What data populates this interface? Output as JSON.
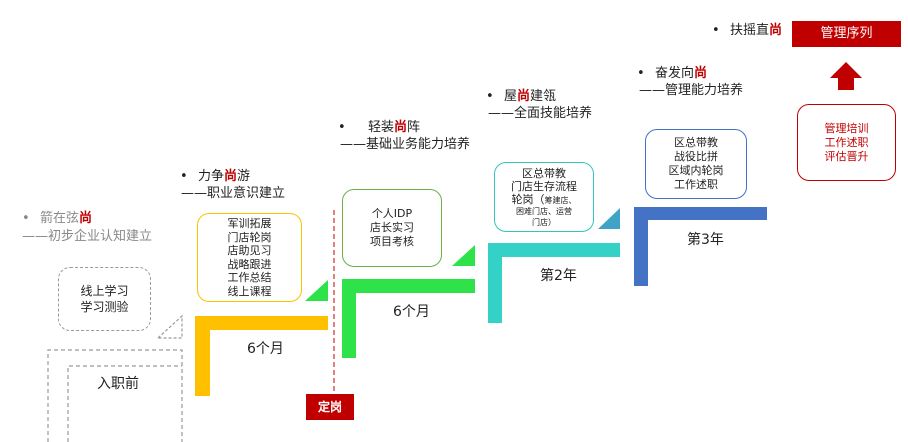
{
  "milestones": [
    {
      "bullet": "•",
      "prefix": "箭在弦",
      "highlight": "尚",
      "suffix": "",
      "sub": "——初步企业认知建立"
    },
    {
      "bullet": "•",
      "prefix": "力争",
      "highlight": "尚",
      "suffix": "游",
      "sub": "——职业意识建立"
    },
    {
      "bullet": "•",
      "prefix": "轻装",
      "highlight": "尚",
      "suffix": "阵",
      "sub": "——基础业务能力培养"
    },
    {
      "bullet": "•",
      "prefix": "屋",
      "highlight": "尚",
      "suffix": "建瓴",
      "sub": "——全面技能培养"
    },
    {
      "bullet": "•",
      "prefix": "奋发向",
      "highlight": "尚",
      "suffix": "",
      "sub": "——管理能力培养"
    },
    {
      "bullet": "•",
      "prefix": "扶摇直",
      "highlight": "尚",
      "suffix": "",
      "sub": ""
    }
  ],
  "boxes": {
    "online": [
      "线上学习",
      "学习测验"
    ],
    "stage1": [
      "军训拓展",
      "门店轮岗",
      "店助见习",
      "战略跟进",
      "工作总结",
      "线上课程"
    ],
    "stage2": [
      "个人IDP",
      "店长实习",
      "项目考核"
    ],
    "stage3_lines": [
      "区总带教",
      "门店生存流程",
      "轮岗（"
    ],
    "stage3_small": [
      "筹建店、",
      "困难门店、运营",
      "门店）"
    ],
    "stage4": [
      "区总带教",
      "战役比拼",
      "区域内轮岗",
      "工作述职"
    ],
    "mgmt": [
      "管理培训",
      "工作述职",
      "评估晋升"
    ]
  },
  "stage_labels": {
    "entry": "入职前",
    "m6a": "6个月",
    "m6b": "6个月",
    "y2": "第2年",
    "y3": "第3年"
  },
  "tags": {
    "dinggang": "定岗",
    "mgmt_seq": "管理序列"
  },
  "colors": {
    "highlight": "#c00000",
    "yellow": "#ffc000",
    "green": "#2ee24a",
    "teal": "#33d1c6",
    "blue": "#4472c4",
    "red": "#c00000"
  }
}
